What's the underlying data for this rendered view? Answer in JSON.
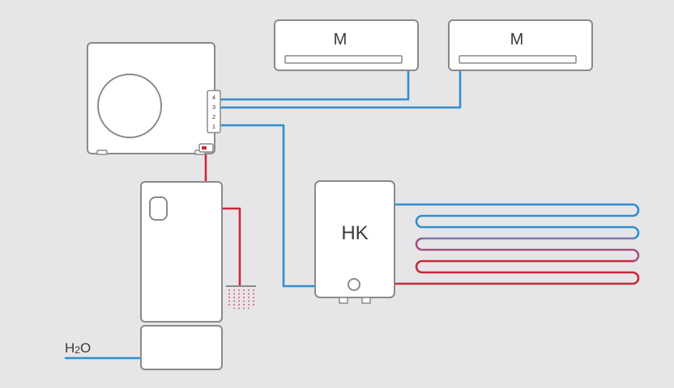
{
  "labels": {
    "indoor_unit_1": "M",
    "indoor_unit_2": "M",
    "heating_module": "HK",
    "water_inlet_h": "H",
    "water_inlet_sub": "2",
    "water_inlet_o": "O",
    "port_4": "4",
    "port_3": "3",
    "port_2": "2",
    "port_1": "1"
  },
  "colors": {
    "background": "#e6e6e8",
    "outline": "#8a8a8c",
    "blue_pipe": "#2f8fd0",
    "red_pipe": "#c8283c",
    "purple_pipe": "#7f78b5",
    "mauve_pipe": "#a15580",
    "text": "#3a3a3a"
  }
}
